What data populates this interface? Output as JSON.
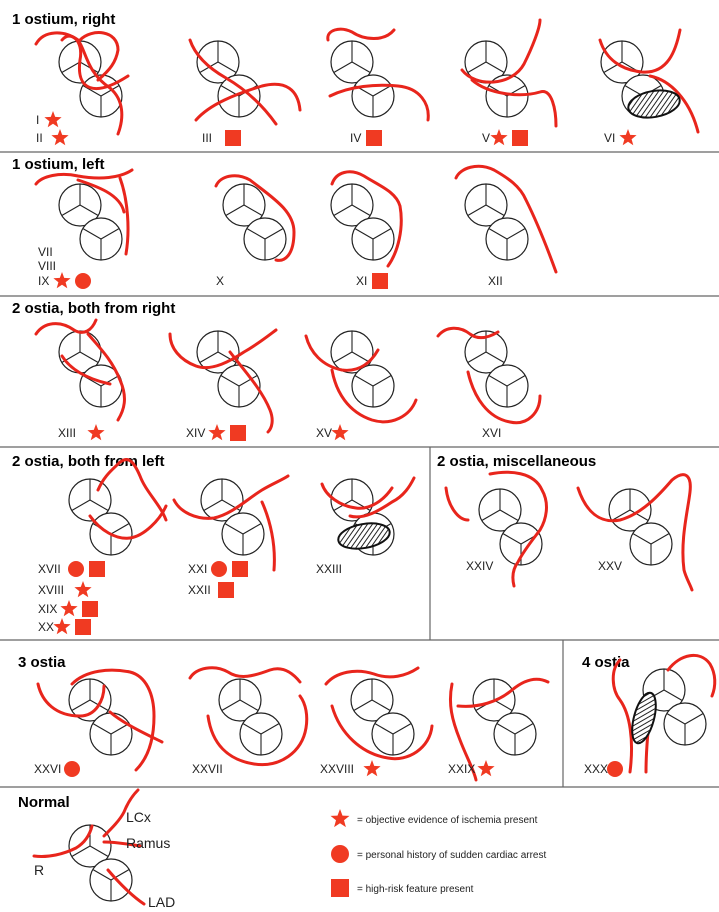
{
  "sections": [
    {
      "title": "1 ostium, right"
    },
    {
      "title": "1 ostium, left"
    },
    {
      "title": "2 ostia, both from right"
    },
    {
      "title": "2 ostia, both from left"
    },
    {
      "title": "2 ostia, miscellaneous"
    },
    {
      "title": "3 ostia"
    },
    {
      "title": "4 ostia"
    },
    {
      "title": "Normal"
    }
  ],
  "variants": [
    {
      "label": "I",
      "markers": [
        "star"
      ]
    },
    {
      "label": "II",
      "markers": [
        "star"
      ]
    },
    {
      "label": "III",
      "markers": [
        "square"
      ]
    },
    {
      "label": "IV",
      "markers": [
        "square"
      ]
    },
    {
      "label": "V",
      "markers": [
        "star",
        "square"
      ]
    },
    {
      "label": "VI",
      "markers": [
        "star"
      ]
    },
    {
      "label": "VII",
      "markers": []
    },
    {
      "label": "VIII",
      "markers": []
    },
    {
      "label": "IX",
      "markers": [
        "star",
        "circle"
      ]
    },
    {
      "label": "X",
      "markers": []
    },
    {
      "label": "XI",
      "markers": [
        "square"
      ]
    },
    {
      "label": "XII",
      "markers": []
    },
    {
      "label": "XIII",
      "markers": [
        "star"
      ]
    },
    {
      "label": "XIV",
      "markers": [
        "star",
        "square"
      ]
    },
    {
      "label": "XV",
      "markers": [
        "star"
      ]
    },
    {
      "label": "XVI",
      "markers": []
    },
    {
      "label": "XVII",
      "markers": [
        "circle",
        "square"
      ]
    },
    {
      "label": "XVIII",
      "markers": [
        "star"
      ]
    },
    {
      "label": "XIX",
      "markers": [
        "star",
        "square"
      ]
    },
    {
      "label": "XX",
      "markers": [
        "star",
        "square"
      ]
    },
    {
      "label": "XXI",
      "markers": [
        "circle",
        "square"
      ]
    },
    {
      "label": "XXII",
      "markers": [
        "square"
      ]
    },
    {
      "label": "XXIII",
      "markers": []
    },
    {
      "label": "XXIV",
      "markers": []
    },
    {
      "label": "XXV",
      "markers": []
    },
    {
      "label": "XXVI",
      "markers": [
        "circle"
      ]
    },
    {
      "label": "XXVII",
      "markers": []
    },
    {
      "label": "XXVIII",
      "markers": [
        "star"
      ]
    },
    {
      "label": "XXIX",
      "markers": [
        "star"
      ]
    },
    {
      "label": "XXX",
      "markers": [
        "circle"
      ]
    }
  ],
  "normal": {
    "labels": {
      "lcx": "LCx",
      "ramus": "Ramus",
      "r": "R",
      "lad": "LAD"
    }
  },
  "legend": [
    {
      "marker": "star",
      "text": "= objective evidence of ischemia present"
    },
    {
      "marker": "circle",
      "text": "= personal history of sudden cardiac arrest"
    },
    {
      "marker": "square",
      "text": "= high-risk feature present"
    }
  ],
  "colors": {
    "vessel": "#e8251c",
    "marker": "#f03a22",
    "outline": "#222222",
    "divider": "#555555"
  }
}
